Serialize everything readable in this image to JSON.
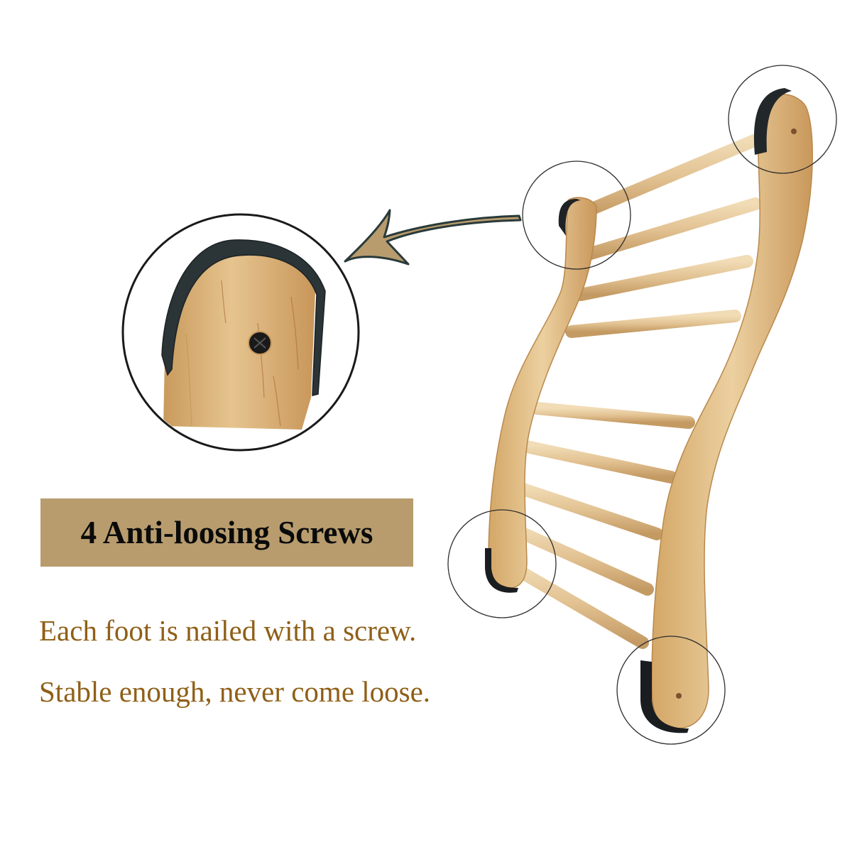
{
  "banner": {
    "title": "4 Anti-loosing Screws",
    "background": "#b89c6e",
    "text_color": "#0a0a0a"
  },
  "description": {
    "lines": [
      "Each foot is nailed with a screw.",
      "Stable enough, never come loose."
    ],
    "color": "#8f5f17"
  },
  "illustration": {
    "subject": "wooden climbing ladder with curved side rails and rubber foot caps",
    "rung_count": 9,
    "highlight_circles": 4,
    "callout": "magnified foot cap with anti-loosing screw",
    "arrow_color": "#b89c6e",
    "arrow_outline": "#2a3a3a",
    "wood_color": "#d9b27a",
    "rubber_cap_color": "#22272a"
  }
}
